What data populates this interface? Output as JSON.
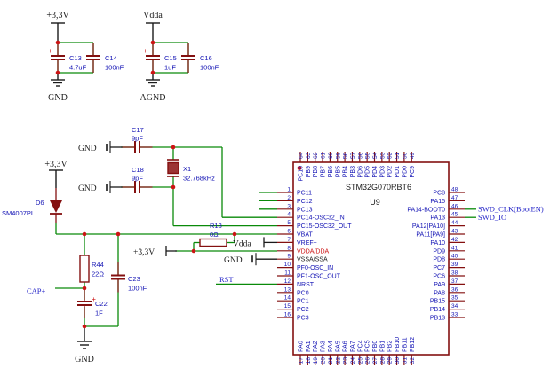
{
  "colors": {
    "wire_green": "#0a8a0a",
    "symbol_maroon": "#841010",
    "label_blue": "#1212b4",
    "net_blue": "#2424c8",
    "junction_red": "#cc1414",
    "pin_red": "#cc1414",
    "text_black": "#1a1a1a",
    "background": "#ffffff"
  },
  "schematic": {
    "ic": {
      "ref": "U9",
      "part": "STM32G070RBT6",
      "left_pins": [
        {
          "n": "1",
          "name": "PC11"
        },
        {
          "n": "2",
          "name": "PC12"
        },
        {
          "n": "3",
          "name": "PC13"
        },
        {
          "n": "4",
          "name": "PC14-OSC32_IN"
        },
        {
          "n": "5",
          "name": "PC15-OSC32_OUT"
        },
        {
          "n": "6",
          "name": "VBAT"
        },
        {
          "n": "7",
          "name": "VREF+"
        },
        {
          "n": "8",
          "name": "VDDA/DDA",
          "c": "#cc1414"
        },
        {
          "n": "9",
          "name": "VSSA/SSA",
          "c": "#1a1a1a"
        },
        {
          "n": "10",
          "name": "PF0-OSC_IN"
        },
        {
          "n": "11",
          "name": "PF1-OSC_OUT"
        },
        {
          "n": "12",
          "name": "NRST"
        },
        {
          "n": "13",
          "name": "PC0"
        },
        {
          "n": "14",
          "name": "PC1"
        },
        {
          "n": "15",
          "name": "PC2"
        },
        {
          "n": "16",
          "name": "PC3"
        }
      ],
      "right_pins": [
        {
          "n": "48",
          "name": "PC8"
        },
        {
          "n": "47",
          "name": "PA15"
        },
        {
          "n": "46",
          "name": "PA14-BOOT0"
        },
        {
          "n": "45",
          "name": "PA13"
        },
        {
          "n": "44",
          "name": "PA12[PA10]"
        },
        {
          "n": "43",
          "name": "PA11[PA9]"
        },
        {
          "n": "42",
          "name": "PA10"
        },
        {
          "n": "41",
          "name": "PD9"
        },
        {
          "n": "40",
          "name": "PD8"
        },
        {
          "n": "39",
          "name": "PC7"
        },
        {
          "n": "38",
          "name": "PC6"
        },
        {
          "n": "37",
          "name": "PA9"
        },
        {
          "n": "36",
          "name": "PA8"
        },
        {
          "n": "35",
          "name": "PB15"
        },
        {
          "n": "34",
          "name": "PB14"
        },
        {
          "n": "33",
          "name": "PB13"
        }
      ],
      "top_pins": [
        {
          "n": "64",
          "name": "PC10"
        },
        {
          "n": "63",
          "name": "PB9"
        },
        {
          "n": "62",
          "name": "PB8"
        },
        {
          "n": "61",
          "name": "PB7"
        },
        {
          "n": "60",
          "name": "PB6"
        },
        {
          "n": "59",
          "name": "PB5"
        },
        {
          "n": "58",
          "name": "PB4"
        },
        {
          "n": "57",
          "name": "PB3"
        },
        {
          "n": "56",
          "name": "PD6"
        },
        {
          "n": "55",
          "name": "PD5"
        },
        {
          "n": "54",
          "name": "PD4"
        },
        {
          "n": "53",
          "name": "PD3"
        },
        {
          "n": "52",
          "name": "PD2"
        },
        {
          "n": "51",
          "name": "PD1"
        },
        {
          "n": "50",
          "name": "PD0"
        },
        {
          "n": "49",
          "name": "PC9"
        }
      ],
      "bottom_pins": [
        {
          "n": "17",
          "name": "PA0"
        },
        {
          "n": "18",
          "name": "PA1"
        },
        {
          "n": "19",
          "name": "PA2"
        },
        {
          "n": "20",
          "name": "PA3"
        },
        {
          "n": "21",
          "name": "PA4"
        },
        {
          "n": "22",
          "name": "PA5"
        },
        {
          "n": "23",
          "name": "PA6"
        },
        {
          "n": "24",
          "name": "PA7"
        },
        {
          "n": "25",
          "name": "PC4"
        },
        {
          "n": "26",
          "name": "PC5"
        },
        {
          "n": "27",
          "name": "PB0"
        },
        {
          "n": "28",
          "name": "PB1"
        },
        {
          "n": "29",
          "name": "PB2"
        },
        {
          "n": "30",
          "name": "PB10"
        },
        {
          "n": "31",
          "name": "PB11"
        },
        {
          "n": "32",
          "name": "PB12"
        }
      ]
    },
    "components": [
      {
        "ref": "C13",
        "value": "4.7uF"
      },
      {
        "ref": "C14",
        "value": "100nF"
      },
      {
        "ref": "C15",
        "value": "1uF"
      },
      {
        "ref": "C16",
        "value": "100nF"
      },
      {
        "ref": "C17",
        "value": "9pF"
      },
      {
        "ref": "C18",
        "value": "9pF"
      },
      {
        "ref": "X1",
        "value": "32.768kHz"
      },
      {
        "ref": "D6",
        "value": "SM4007PL"
      },
      {
        "ref": "R44",
        "value": "22Ω"
      },
      {
        "ref": "R13",
        "value": "0Ω"
      },
      {
        "ref": "C22",
        "value": "1F"
      },
      {
        "ref": "C23",
        "value": "100nF"
      }
    ],
    "power": {
      "v33": "+3,3V",
      "vdda": "Vdda",
      "gnd": "GND",
      "agnd": "AGND"
    },
    "nets": {
      "cap": "CAP+",
      "rst": "RST",
      "swclk": "SWD_CLK(BootEN)",
      "swdio": "SWD_IO"
    },
    "misc": {
      "plus": "+"
    }
  }
}
